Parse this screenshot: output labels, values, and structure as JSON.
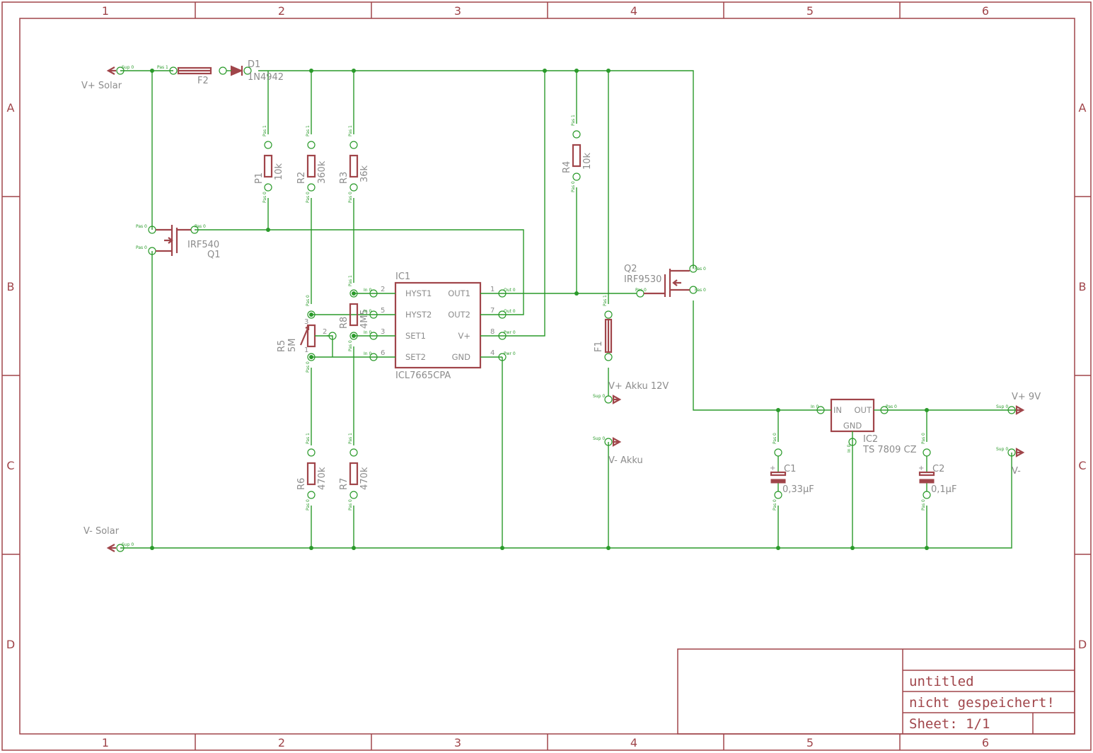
{
  "frame": {
    "columns": [
      "1",
      "2",
      "3",
      "4",
      "5",
      "6"
    ],
    "rows": [
      "A",
      "B",
      "C",
      "D"
    ]
  },
  "title_block": {
    "title": "untitled",
    "status": "nicht gespeichert!",
    "sheet": "Sheet: 1/1"
  },
  "supplies": {
    "v_plus_solar": "V+ Solar",
    "v_minus_solar": "V- Solar",
    "v_plus_akku": "V+ Akku 12V",
    "v_minus_akku": "V- Akku",
    "v_plus_9v": "V+ 9V",
    "v_minus": "V-"
  },
  "components": {
    "f2": {
      "name": "F2"
    },
    "d1": {
      "name": "D1",
      "value": "1N4942"
    },
    "p1": {
      "name": "P1",
      "value": "10k"
    },
    "r2": {
      "name": "R2",
      "value": "360k"
    },
    "r3": {
      "name": "R3",
      "value": "36k"
    },
    "r4": {
      "name": "R4",
      "value": "10k"
    },
    "q1": {
      "name": "Q1",
      "value": "IRF540"
    },
    "q2": {
      "name": "Q2",
      "value": "IRF9530"
    },
    "ic1": {
      "name": "IC1",
      "value": "ICL7665CPA",
      "pins_left": [
        "HYST1",
        "HYST2",
        "SET1",
        "SET2"
      ],
      "pins_right": [
        "OUT1",
        "OUT2",
        "V+",
        "GND"
      ],
      "nums_left": [
        "2",
        "5",
        "3",
        "6"
      ],
      "nums_right": [
        "1",
        "7",
        "8",
        "4"
      ]
    },
    "r5": {
      "name": "R5",
      "value": "5M",
      "pins": [
        "3",
        "2",
        "1"
      ]
    },
    "r8": {
      "name": "R8",
      "value": "4M5"
    },
    "r6": {
      "name": "R6",
      "value": "470k"
    },
    "r7": {
      "name": "R7",
      "value": "470k"
    },
    "f1": {
      "name": "F1"
    },
    "ic2": {
      "name": "IC2",
      "value": "TS 7809 CZ",
      "pins": [
        "IN",
        "OUT",
        "GND"
      ]
    },
    "c1": {
      "name": "C1",
      "value": "0,33µF"
    },
    "c2": {
      "name": "C2",
      "value": "0,1µF"
    }
  },
  "pin_tags": {
    "sup": "Sup 0",
    "pas0": "Pas 0",
    "pas1": "Pas 1",
    "in": "In 0",
    "out": "Out 0",
    "pwr": "Pwr 0"
  },
  "colors": {
    "frame": "#a0454a",
    "wire": "#2a9a2a",
    "label": "#8c8c8c"
  }
}
